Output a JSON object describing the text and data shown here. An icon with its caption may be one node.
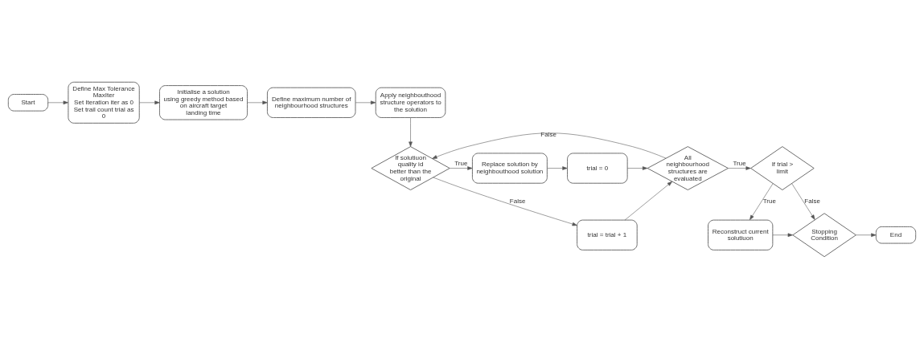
{
  "diagram": {
    "nodes": [
      {
        "text": [
          "Start"
        ]
      },
      {
        "text": [
          "Define Max Tolerance MaxIter",
          "Set Iteration iter as 0",
          "Set trail count trial as 0"
        ]
      },
      {
        "text": [
          "Initialise a solution using greedy method based on aircraft target landing time"
        ]
      },
      {
        "text": [
          "Define maximum number of neighbourhood structures"
        ]
      },
      {
        "text": [
          "Apply neighbouthood structure operators to the solution"
        ]
      },
      {
        "text": [
          "If solutiuon quality id better than the original"
        ]
      },
      {
        "text": [
          "Replace solution by neighbouthood solution"
        ]
      },
      {
        "text": [
          "trial = 0"
        ]
      },
      {
        "text": [
          "All neighbourhood structures are evaluated"
        ]
      },
      {
        "text": [
          "If trial > limit"
        ]
      },
      {
        "text": [
          "Reconstruct current solutiuon"
        ]
      },
      {
        "text": [
          "Stopping Condition"
        ]
      },
      {
        "text": [
          "End"
        ]
      },
      {
        "text": [
          "trial = trial + 1"
        ]
      }
    ],
    "edges": [
      {
        "from": 0,
        "to": 1,
        "arrow": "to"
      },
      {
        "from": 1,
        "to": 2,
        "arrow": "to"
      },
      {
        "from": 2,
        "to": 3,
        "arrow": "to"
      },
      {
        "from": 3,
        "to": 4,
        "arrow": "to"
      },
      {
        "from": 4,
        "to": 5,
        "arrow": "to"
      },
      {
        "from": 5,
        "to": 6,
        "arrow": "to",
        "label": "True"
      },
      {
        "from": 6,
        "to": 7,
        "arrow": "to"
      },
      {
        "from": 7,
        "to": 8,
        "arrow": "to"
      },
      {
        "from": 8,
        "to": 9,
        "arrow": "to",
        "label": "True"
      },
      {
        "from": 8,
        "to": 5,
        "arrow": "to",
        "label": "False"
      },
      {
        "from": 9,
        "to": 10,
        "arrow": "to",
        "label": "True"
      },
      {
        "from": 9,
        "to": 11,
        "arrow": "to",
        "label": "False"
      },
      {
        "from": 10,
        "to": 11,
        "arrow": "to"
      },
      {
        "from": 11,
        "to": 12,
        "arrow": "to"
      },
      {
        "from": 5,
        "to": 13,
        "arrow": "to",
        "label": "False"
      },
      {
        "from": 13,
        "to": 8,
        "arrow": "to"
      }
    ]
  }
}
